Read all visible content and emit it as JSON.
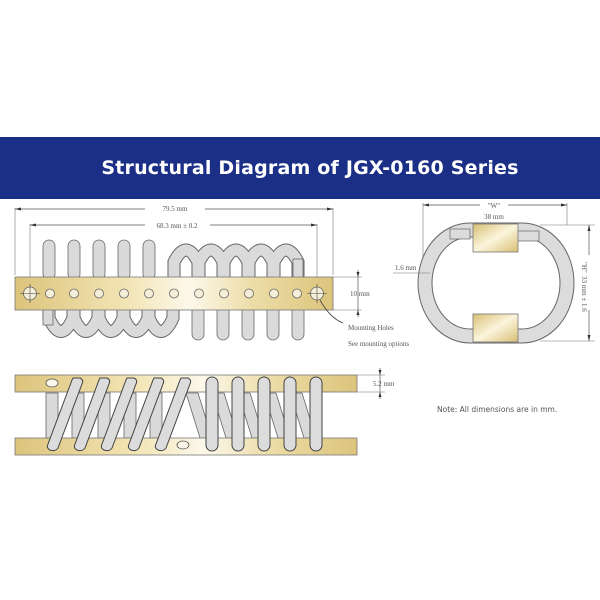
{
  "header": {
    "title": "Structural Diagram of JGX-0160 Series",
    "background_color": "#1b2f86",
    "text_color": "#ffffff"
  },
  "top_view": {
    "overall_length": "79.5 mm",
    "hole_spacing": "68.3 mm ± 0.2",
    "plate_height": "10 mm",
    "callout_line1": "Mounting Holes",
    "callout_line2": "See mounting options"
  },
  "side_view": {
    "width_label": "\"W\"",
    "width_value": "38 mm",
    "height_label": "\"H\"",
    "height_value": "33 mm ± 1.6",
    "wire_thickness": "1.6 mm"
  },
  "front_view": {
    "plate_thickness": "5.2 mm"
  },
  "note": "Note: All dimensions are in mm.",
  "colors": {
    "plate_gold": "#e2cc8a",
    "plate_highlight": "#fbf6e6",
    "wire_gray": "#d9d9d9",
    "wire_outline": "#555555"
  }
}
